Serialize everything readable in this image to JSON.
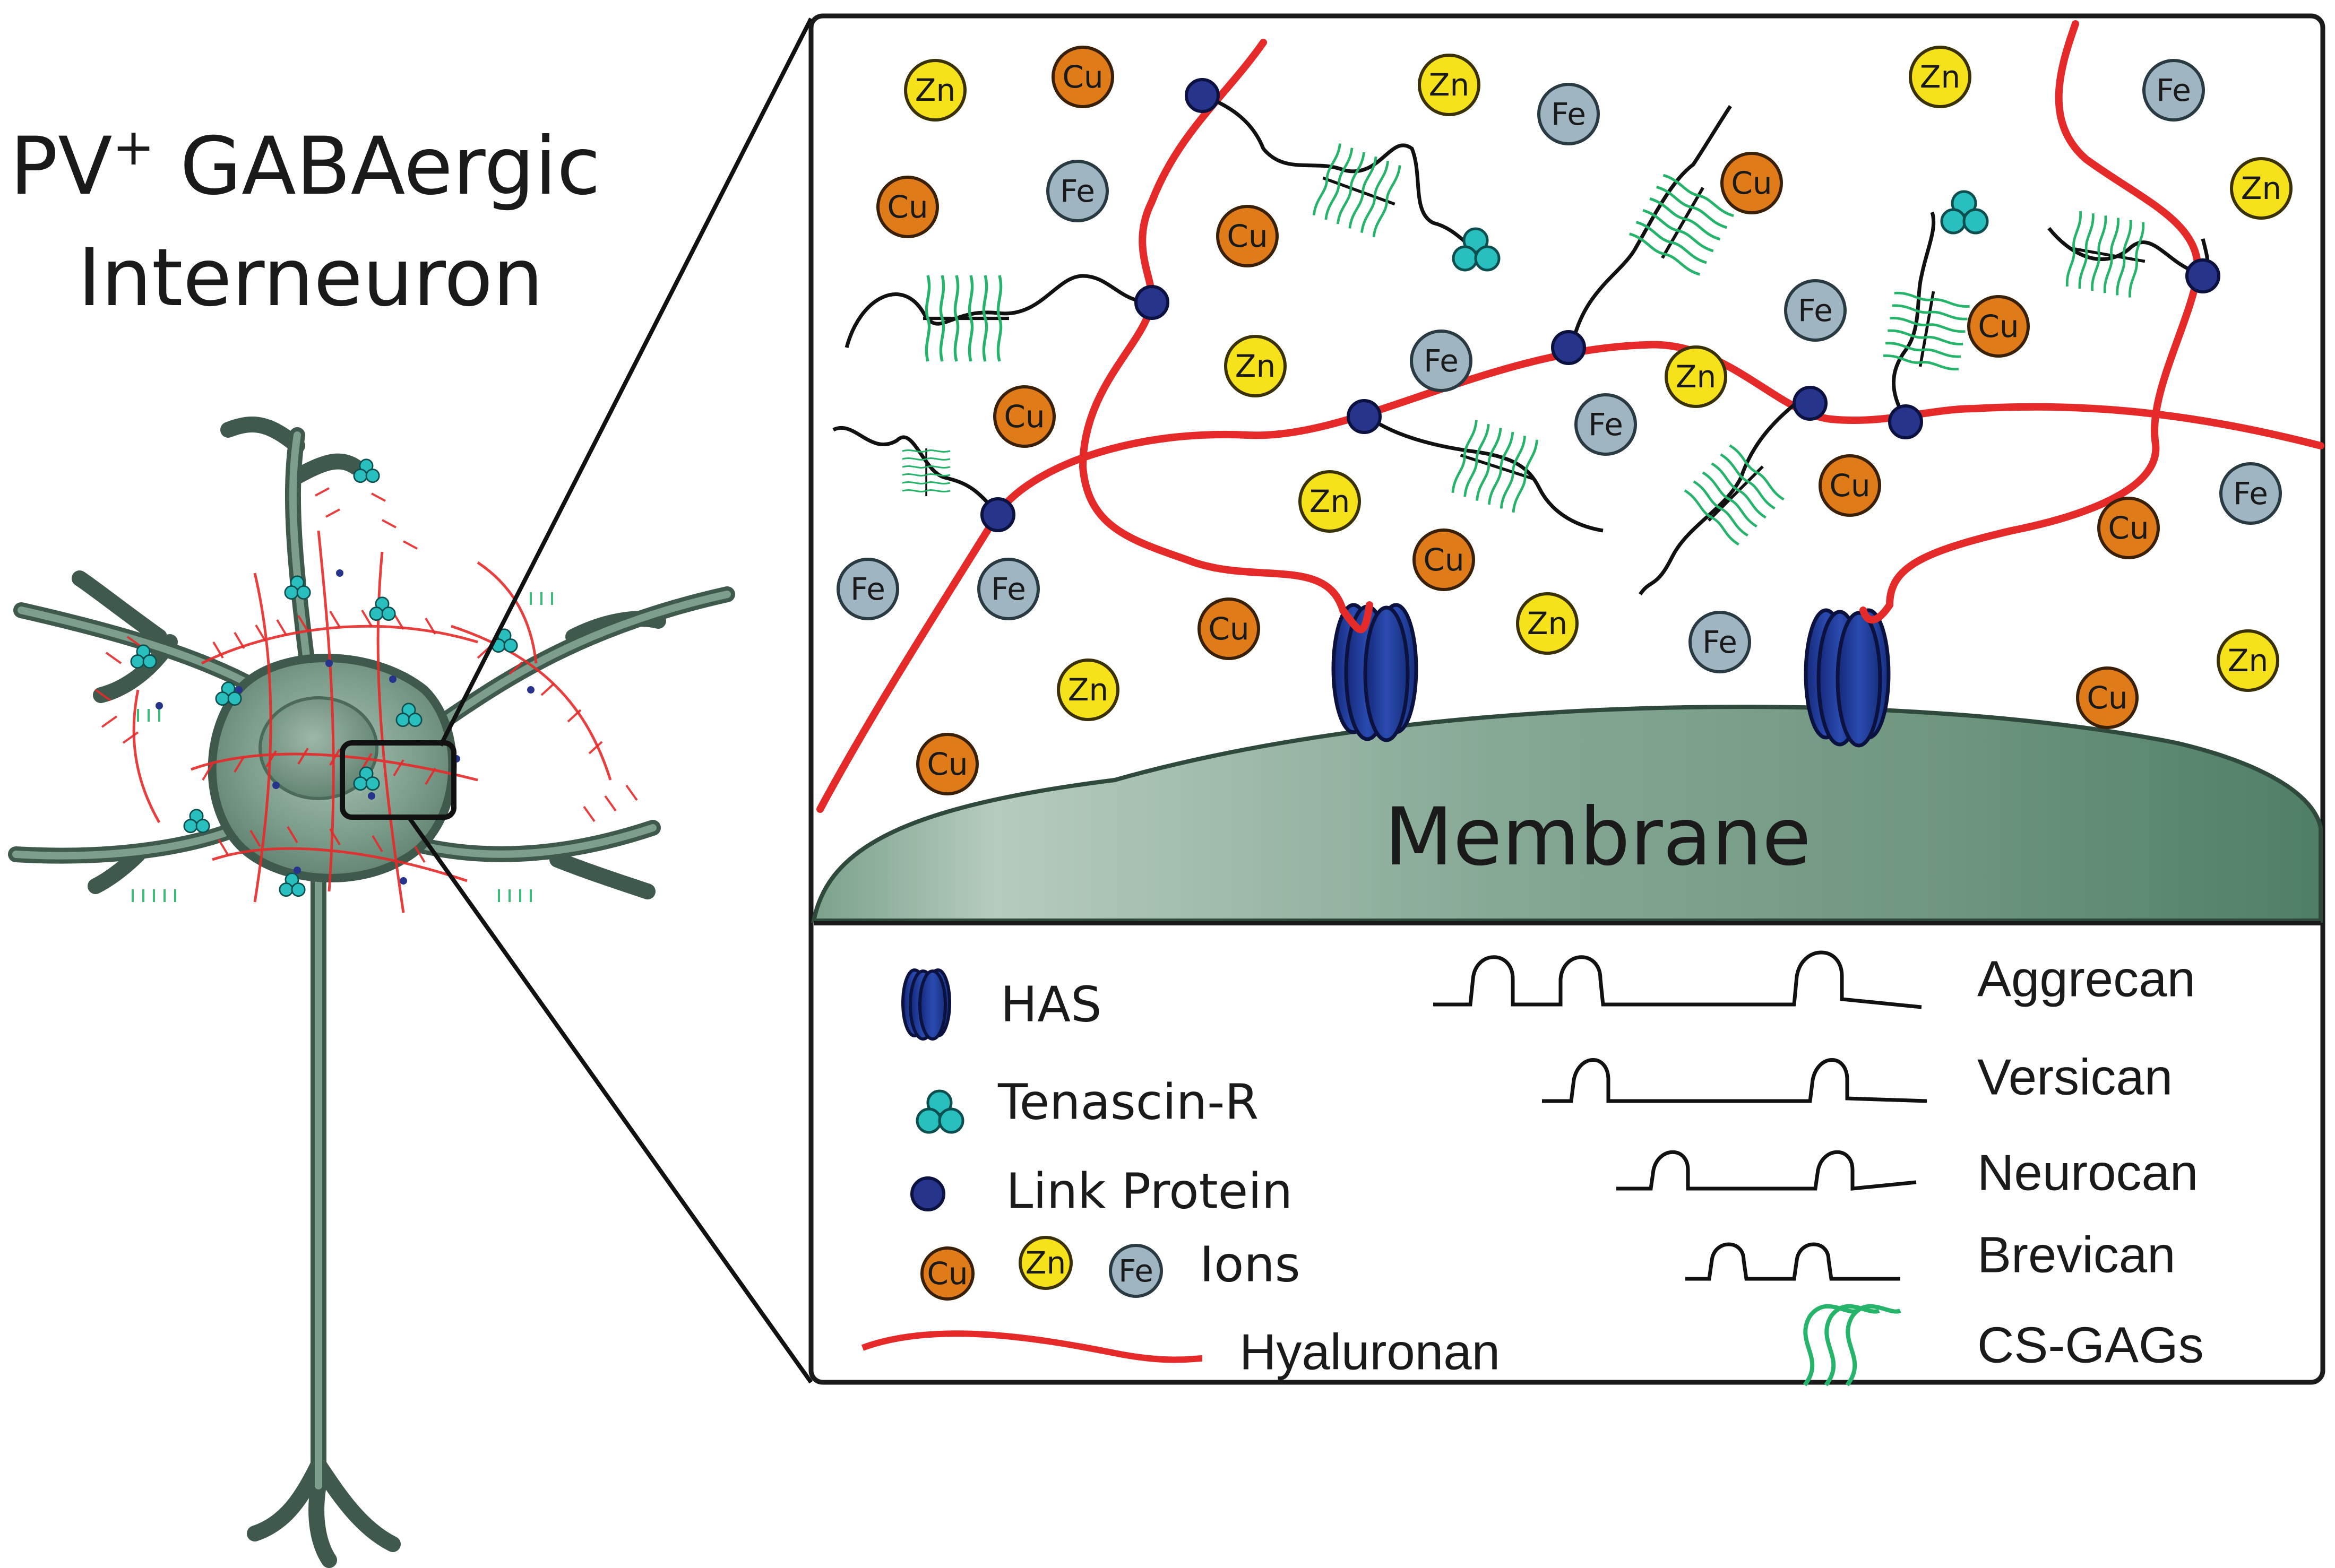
{
  "title": {
    "line1_main": "PV",
    "line1_sup": "+",
    "line1_rest": " GABAergic",
    "line2": "Interneuron"
  },
  "membrane_label": "Membrane",
  "ions": {
    "cu": "Cu",
    "zn": "Zn",
    "fe": "Fe"
  },
  "legend": {
    "has": "HAS",
    "tenascin": "Tenascin-R",
    "link_protein": "Link Protein",
    "ions": "Ions",
    "hyaluronan": "Hyaluronan",
    "aggrecan": "Aggrecan",
    "versican": "Versican",
    "neurocan": "Neurocan",
    "brevican": "Brevican",
    "cs_gags": "CS-GAGs"
  },
  "colors": {
    "hyaluronan": "#e52a2a",
    "link_protein": "#27348b",
    "tenascin": "#29bfbf",
    "cs_gag": "#26b36a",
    "cu": "#e07b1a",
    "zn": "#f5e21a",
    "fe": "#9fb5c1",
    "membrane": "#7da38f",
    "has": "#1f3c99",
    "neuron": "#5f7f6e"
  },
  "icons": [
    "neuron-cell",
    "has-channel-icon",
    "tenascin-trimer-icon",
    "link-protein-icon",
    "proteoglycan-icon",
    "cs-gag-icon"
  ]
}
